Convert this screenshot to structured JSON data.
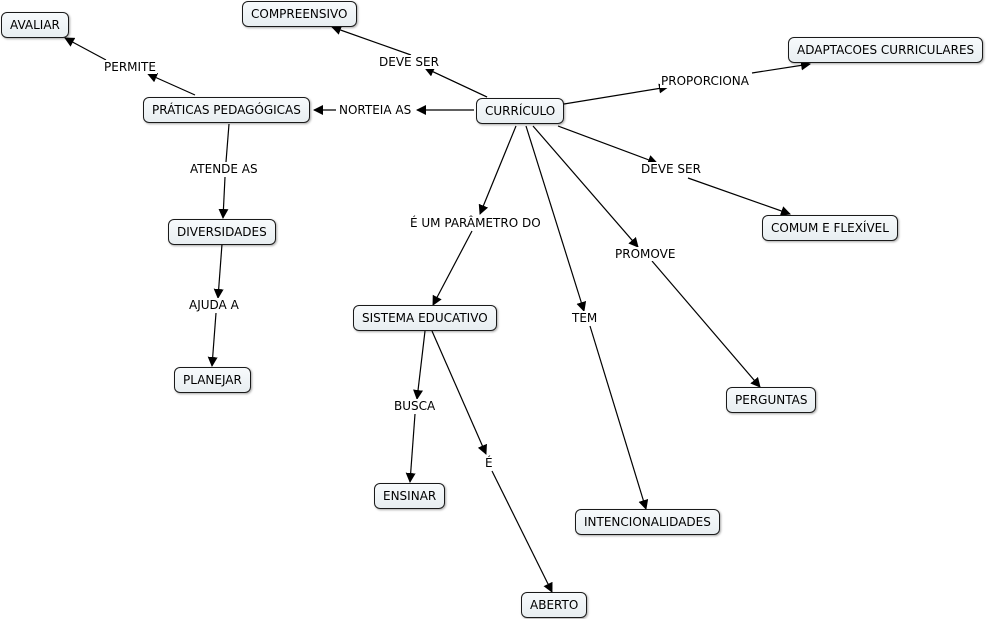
{
  "concepts": {
    "avaliar": "AVALIAR",
    "compreensivo": "COMPREENSIVO",
    "adaptacoes": "ADAPTACOES CURRICULARES",
    "praticas": "PRÁTICAS PEDAGÓGICAS",
    "curriculo": "CURRÍCULO",
    "diversidades": "DIVERSIDADES",
    "comum": "COMUM E FLEXÍVEL",
    "sistema": "SISTEMA EDUCATIVO",
    "planejar": "PLANEJAR",
    "perguntas": "PERGUNTAS",
    "ensinar": "ENSINAR",
    "intencionalidades": "INTENCIONALIDADES",
    "aberto": "ABERTO"
  },
  "links": {
    "permite": "PERMITE",
    "deve_ser_1": "DEVE SER",
    "proporciona": "PROPORCIONA",
    "norteia_as": "NORTEIA AS",
    "atende_as": "ATENDE AS",
    "deve_ser_2": "DEVE SER",
    "parametro": "É UM PARÂMETRO DO",
    "promove": "PROMOVE",
    "ajuda_a": "AJUDA A",
    "tem": "TEM",
    "busca": "BUSCA",
    "e": "É"
  }
}
